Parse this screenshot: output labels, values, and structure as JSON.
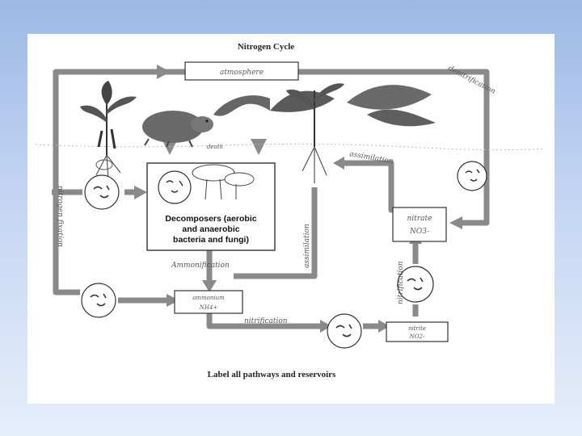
{
  "diagram": {
    "title": "Nitrogen Cycle",
    "caption": "Label all pathways and reservoirs",
    "reservoirs": {
      "atmosphere": "atmosphere",
      "ammonium": "ammonium",
      "ammonium_formula": "NH4+",
      "nitrate": "nitrate",
      "nitrate_formula": "NO3-",
      "nitrite": "nitrite",
      "nitrite_formula": "NO2-"
    },
    "decomposers": {
      "line1": "Decomposers (aerobic",
      "line2": "and anaerobic",
      "line3": "bacteria and fungi)"
    },
    "pathways": {
      "denitrification": "denitrification",
      "nitrogen_fixation": "nitrogen fixation",
      "death": "death",
      "assimilation_top": "assimilation",
      "assimilation_vertical": "assimilation",
      "ammonification": "Ammonification",
      "nitrification_bottom": "nitrification",
      "nitrification_vertical": "nitrification"
    },
    "colors": {
      "pipe": "#8a8a8a",
      "ink": "#555555",
      "slide_top": "#9db9e6",
      "slide_bottom": "#e6eefb"
    }
  }
}
